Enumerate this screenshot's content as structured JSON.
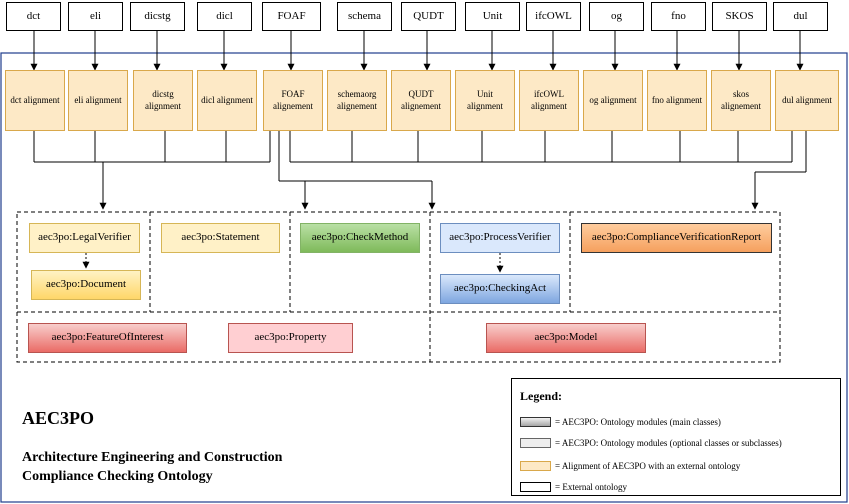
{
  "external_ontologies": [
    "dct",
    "eli",
    "dicstg",
    "dicl",
    "FOAF",
    "schema",
    "QUDT",
    "Unit",
    "ifcOWL",
    "og",
    "fno",
    "SKOS",
    "dul"
  ],
  "alignments": [
    "dct alignment",
    "eli alignment",
    "dicstg alignment",
    "dicl alignment",
    "FOAF alignement",
    "schemaorg alignement",
    "QUDT alignement",
    "Unit alignment",
    "ifcOWL alignment",
    "og alignment",
    "fno alignment",
    "skos alignement",
    "dul alignment"
  ],
  "classes": {
    "legal_verifier": "aec3po:LegalVerifier",
    "document": "aec3po:Document",
    "statement": "aec3po:Statement",
    "check_method": "aec3po:CheckMethod",
    "process_verifier": "aec3po:ProcessVerifier",
    "checking_act": "aec3po:CheckingAct",
    "compliance_report": "aec3po:ComplianceVerificationReport",
    "feature_of_interest": "aec3po:FeatureOfInterest",
    "property": "aec3po:Property",
    "model": "aec3po:Model"
  },
  "title": "AEC3PO",
  "subtitle_line1": "Architecture Engineering and Construction",
  "subtitle_line2": "Compliance Checking Ontology",
  "legend": {
    "title": "Legend:",
    "main": "= AEC3PO: Ontology modules (main classes)",
    "optional": "= AEC3PO: Ontology modules (optional classes or subclasses)",
    "alignment": "= Alignment of AEC3PO with an external ontology",
    "external": "= External ontology"
  },
  "colors": {
    "alignment_fill": "#fde9c6",
    "frame_border": "#1f3d8c"
  }
}
